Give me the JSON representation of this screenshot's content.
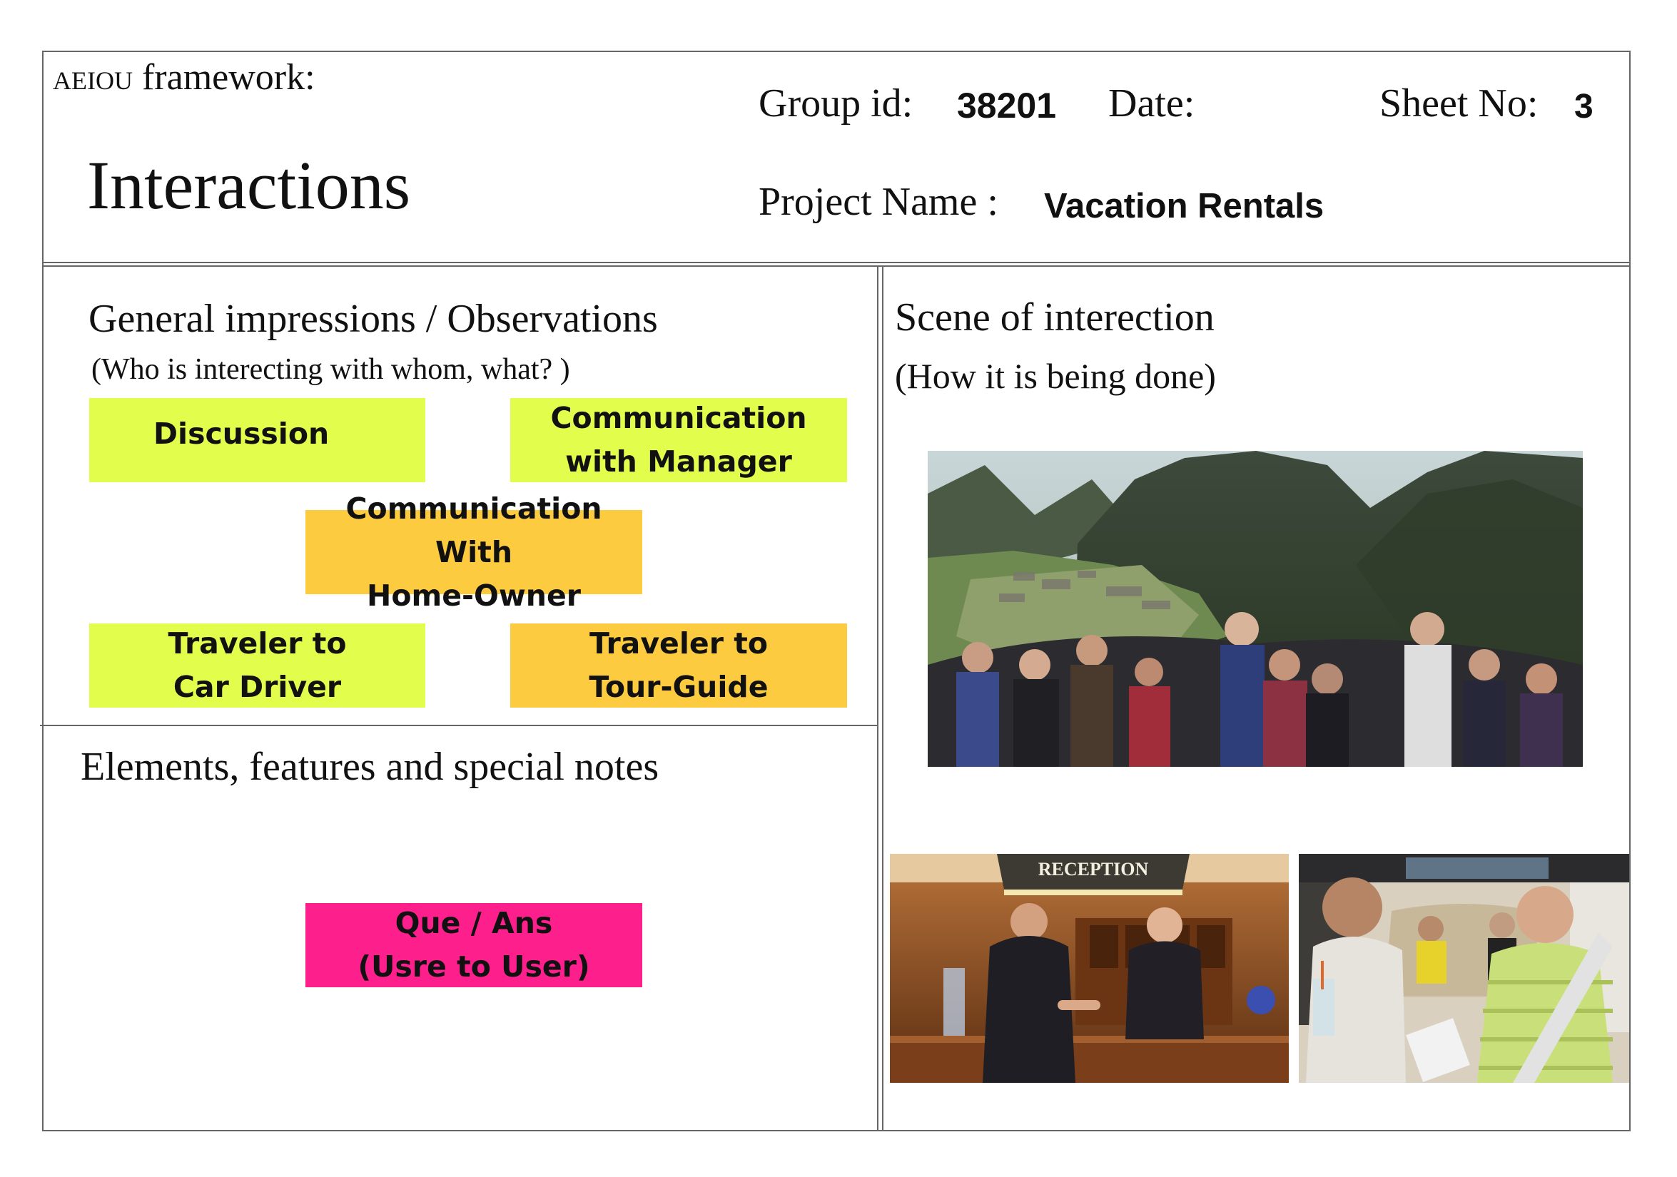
{
  "header": {
    "framework_caps": "AEIOU",
    "framework_rest": " framework:",
    "title": "Interactions",
    "group_label": "Group id:",
    "group_value": "38201",
    "date_label": "Date:",
    "sheet_label": "Sheet No:",
    "sheet_value": "3",
    "project_label": "Project Name :",
    "project_value": "Vacation Rentals"
  },
  "left_top": {
    "heading": "General impressions / Observations",
    "subheading": "(Who is interecting with whom, what? )",
    "notes": [
      {
        "text": "Discussion",
        "color": "#e2fd4b"
      },
      {
        "text": "Communication\nwith Manager",
        "color": "#e2fd4b"
      },
      {
        "text": "Communication With\nHome-Owner",
        "color": "#fdcb40"
      },
      {
        "text": "Traveler to\nCar Driver",
        "color": "#e2fd4b"
      },
      {
        "text": "Traveler to\nTour-Guide",
        "color": "#fdcb40"
      }
    ]
  },
  "left_bottom": {
    "heading": "Elements, features and special notes",
    "notes": [
      {
        "text": "Que / Ans\n(Usre to User)",
        "color": "#fd1f8c"
      }
    ]
  },
  "right": {
    "heading": "Scene of interection",
    "subheading": "(How it is being done)",
    "photos": {
      "reception_sign": "RECEPTION"
    }
  }
}
